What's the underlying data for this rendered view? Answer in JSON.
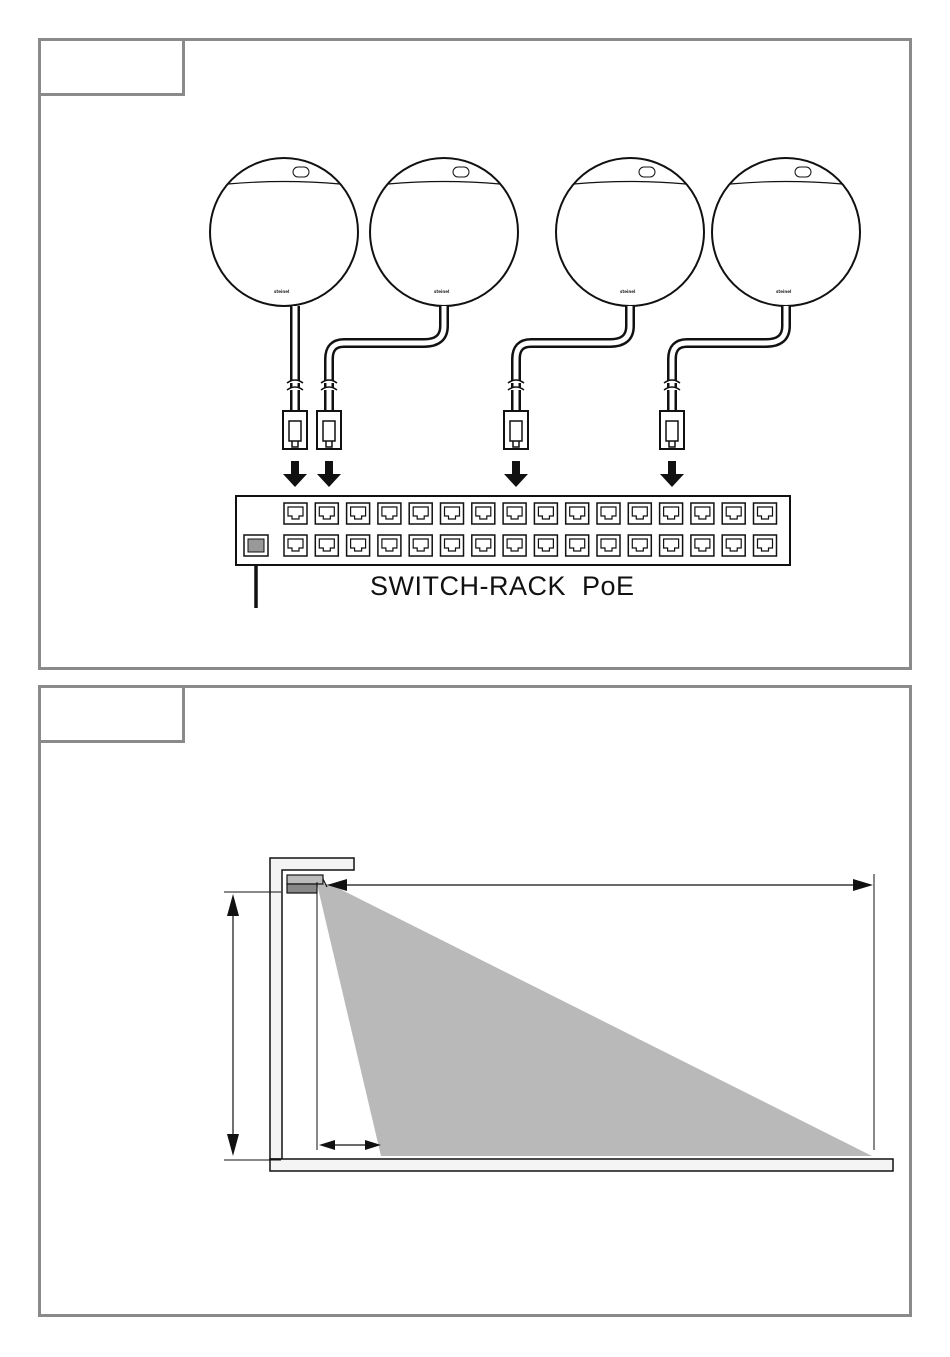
{
  "panel1": {
    "switch_label": "SWITCH-RACK  PoE",
    "sensor_brand": "steinel",
    "sensor_count": 4,
    "ports_per_row": 16
  },
  "panel2": {},
  "colors": {
    "frame": "#8a8a8a",
    "line": "#111111",
    "detection_zone": "#b9b9b9",
    "wall": "#f2f2f2"
  }
}
